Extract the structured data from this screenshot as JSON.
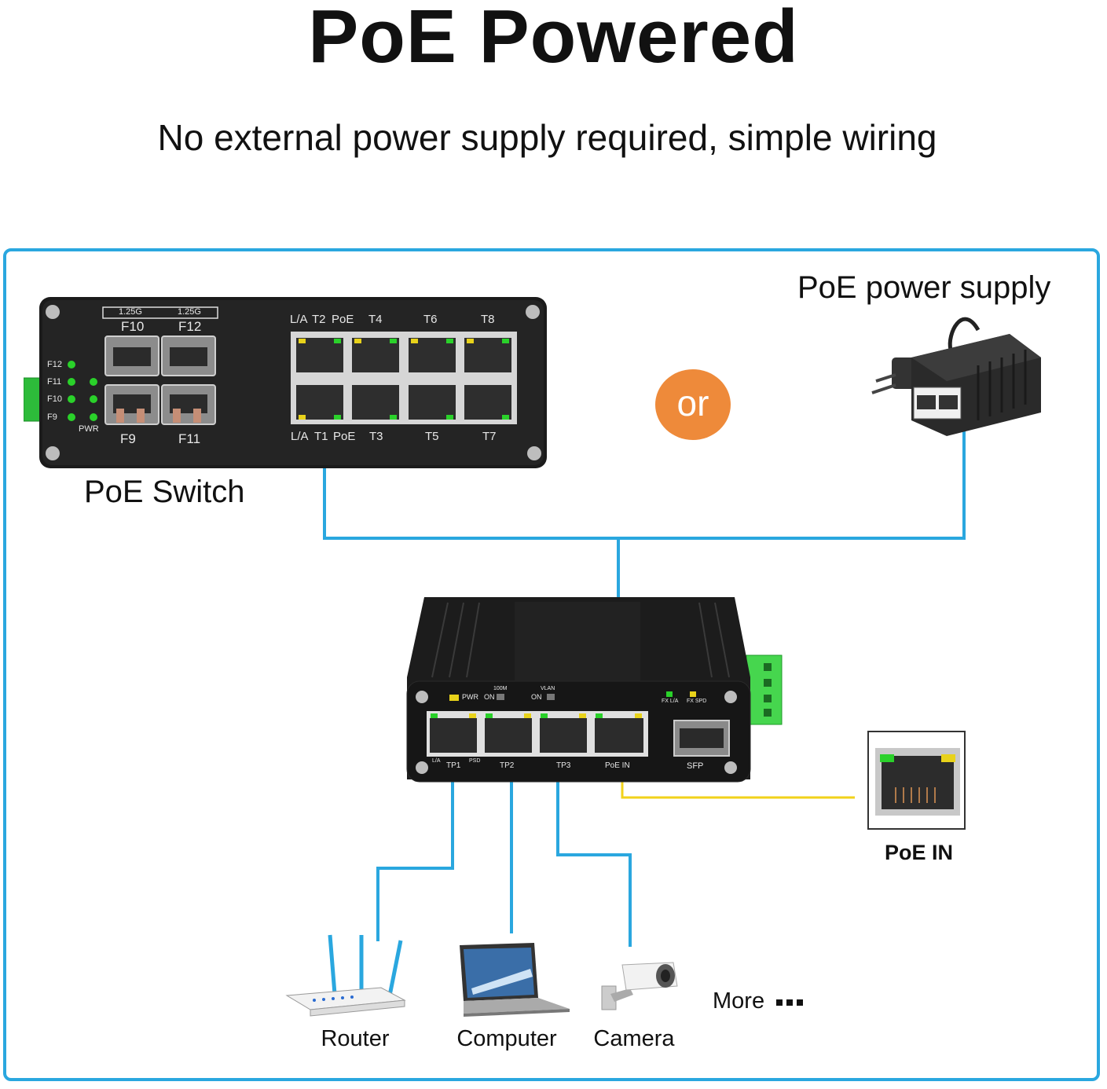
{
  "header": {
    "title": "PoE Powered",
    "subtitle": "No external power supply required, simple wiring"
  },
  "poe_switch": {
    "label": "PoE Switch",
    "speed_labels": [
      "1.25G",
      "1.25G"
    ],
    "sfp_top_labels": [
      "F10",
      "F12"
    ],
    "sfp_bottom_labels": [
      "F9",
      "F11"
    ],
    "led_labels": [
      "F12",
      "F11",
      "F10",
      "F9"
    ],
    "pwr_label": "PWR",
    "top_port_labels": [
      "L/A",
      "T2",
      "PoE",
      "T4",
      "T6",
      "T8"
    ],
    "bottom_port_labels": [
      "L/A",
      "T1",
      "PoE",
      "T3",
      "T5",
      "T7"
    ]
  },
  "or_badge": {
    "text": "or",
    "color": "#ee8a3a"
  },
  "power_supply": {
    "label": "PoE power supply"
  },
  "main_device": {
    "led_labels": [
      "PWR",
      "ON",
      "100M",
      "VLAN",
      "ON",
      "FX L/A",
      "FX SPD"
    ],
    "port_labels": [
      "TP1",
      "TP2",
      "TP3",
      "PoE IN"
    ],
    "port_sub_labels": [
      "L/A",
      "PSD"
    ],
    "sfp_label": "SFP"
  },
  "poe_in": {
    "label": "PoE IN"
  },
  "endpoints": [
    {
      "label": "Router",
      "icon": "router-icon"
    },
    {
      "label": "Computer",
      "icon": "computer-icon"
    },
    {
      "label": "Camera",
      "icon": "camera-icon"
    }
  ],
  "more": {
    "label": "More"
  },
  "colors": {
    "cable_blue": "#2aa7df",
    "cable_yellow": "#f2d21a",
    "led_green": "#2ad12a",
    "led_yellow": "#e8d21a"
  }
}
